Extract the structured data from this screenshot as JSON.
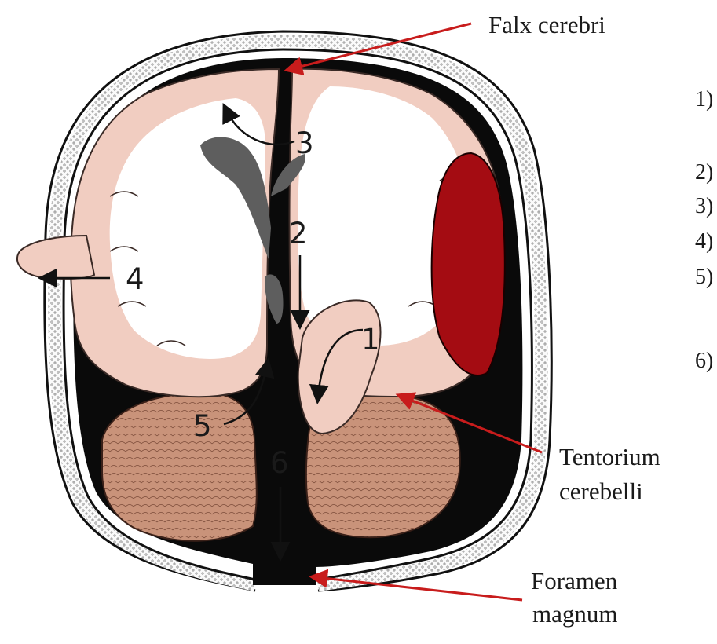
{
  "labels": {
    "falx": "Falx cerebri",
    "tentorium_1": "Tentorium",
    "tentorium_2": "cerebelli",
    "foramen_1": "Foramen",
    "foramen_2": "magnum"
  },
  "herniation_numbers": [
    "1",
    "2",
    "3",
    "4",
    "5",
    "6"
  ],
  "list_fragments": [
    "1)",
    "2)",
    "3)",
    "4)",
    "5)",
    "6)"
  ],
  "colors": {
    "skull_black": "#0a0a0a",
    "brain_pink": "#f1cdc1",
    "cerebellum": "#c9937a",
    "ventricle": "#5e5e5e",
    "hematoma": "#a40c12",
    "leader_red": "#c81c1c"
  }
}
